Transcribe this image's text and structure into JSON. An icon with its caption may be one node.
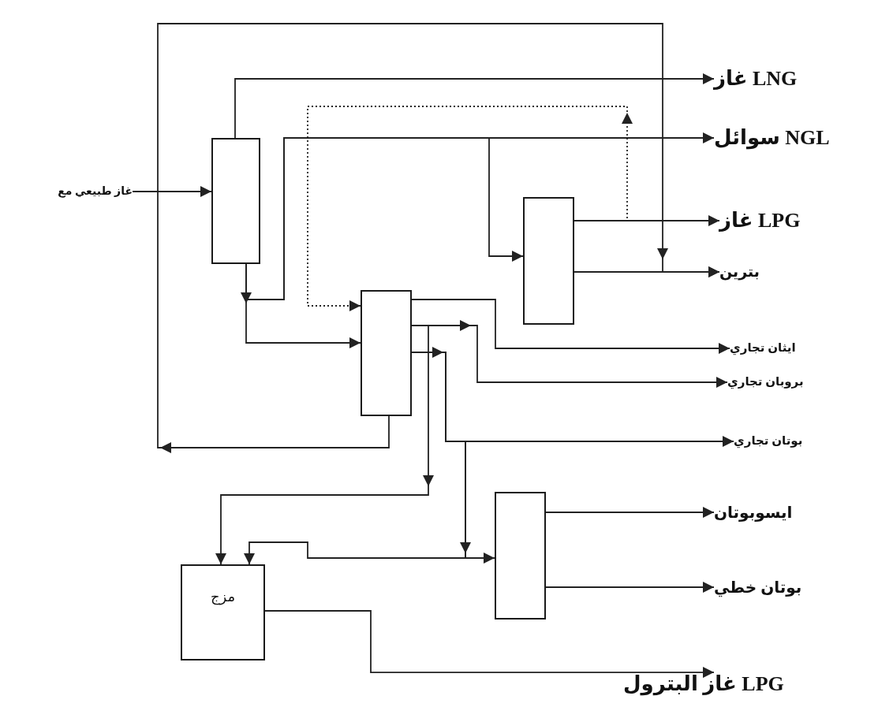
{
  "diagram": {
    "nodes": [
      {
        "text": [
          "غاز طبيعي مع"
        ]
      },
      {
        "text": [],
        "shape": "box"
      },
      {
        "text": [],
        "shape": "box"
      },
      {
        "text": [],
        "shape": "box"
      },
      {
        "text": [],
        "shape": "box"
      },
      {
        "text": [
          "مزج"
        ]
      },
      {
        "text": [
          "LNG غاز"
        ]
      },
      {
        "text": [
          "NGL سوائل"
        ]
      },
      {
        "text": [
          "LPG غاز"
        ]
      },
      {
        "text": [
          "بترين"
        ]
      },
      {
        "text": [
          "ايثان تجاري"
        ]
      },
      {
        "text": [
          "بروبان تجاري"
        ]
      },
      {
        "text": [
          "بوتان تجاري"
        ]
      },
      {
        "text": [
          "ايسوبوتان"
        ]
      },
      {
        "text": [
          "بوتان خطي"
        ]
      },
      {
        "text": [
          "LPG غاز البترول"
        ]
      }
    ],
    "edges": [
      {
        "from": 0,
        "to": 1,
        "arrow": "to"
      },
      {
        "from": 1,
        "to": 6,
        "arrow": "to"
      },
      {
        "from": 1,
        "to": 2,
        "arrow": "to"
      },
      {
        "from": 1,
        "to": 7,
        "arrow": "to"
      },
      {
        "from": 1,
        "to": 3,
        "arrow": "to"
      },
      {
        "from": 3,
        "to": 2,
        "arrow": "to",
        "style": "dashed"
      },
      {
        "from": 3,
        "to": 8,
        "arrow": "to"
      },
      {
        "from": 3,
        "to": 9,
        "arrow": "to"
      },
      {
        "from": 2,
        "to": 9,
        "arrow": "to"
      },
      {
        "from": 2,
        "to": 10,
        "arrow": "to"
      },
      {
        "from": 2,
        "to": 11,
        "arrow": "to"
      },
      {
        "from": 2,
        "to": 12,
        "arrow": "to"
      },
      {
        "from": 2,
        "to": 4,
        "arrow": "to"
      },
      {
        "from": 2,
        "to": 5,
        "arrow": "to"
      },
      {
        "from": 2,
        "to": 5,
        "arrow": "to"
      },
      {
        "from": 4,
        "to": 13,
        "arrow": "to"
      },
      {
        "from": 4,
        "to": 14,
        "arrow": "to"
      },
      {
        "from": 5,
        "to": 15,
        "arrow": "to"
      }
    ]
  }
}
